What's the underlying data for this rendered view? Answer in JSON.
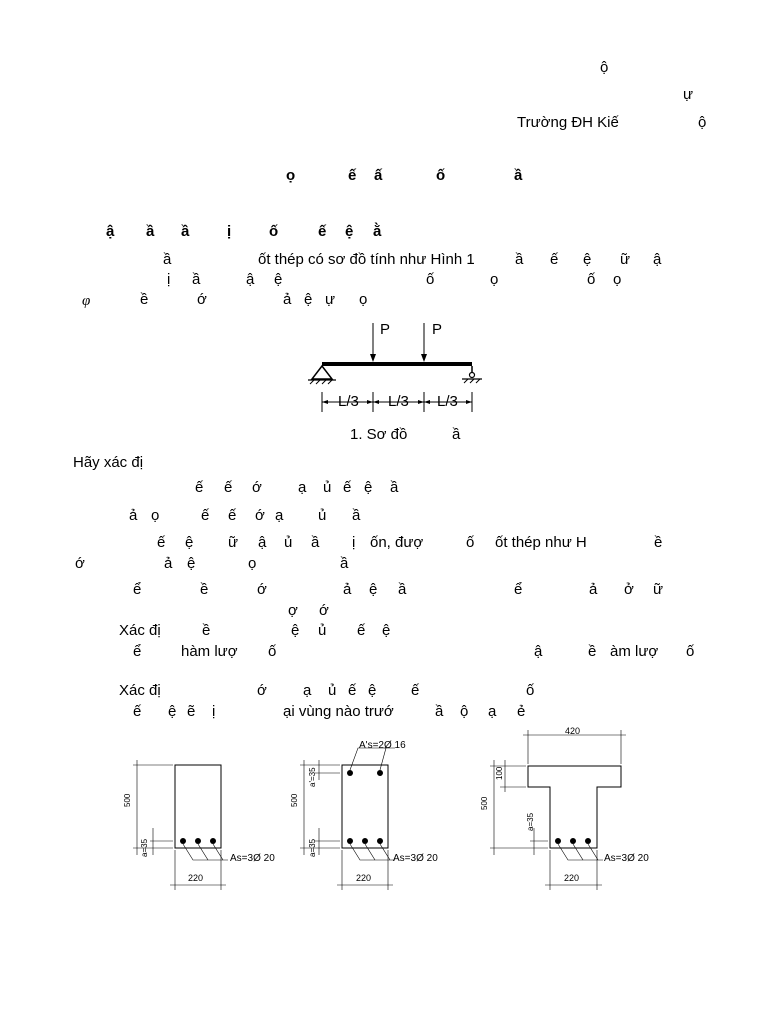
{
  "header": {
    "line1": "ộ",
    "line2": "ự",
    "line3_a": "Trường ĐH Kiế",
    "line3_b": "ộ"
  },
  "title": {
    "w1": "ọ",
    "w2": "ế",
    "w3": "ấ",
    "w4": "ố",
    "w5": "ầ"
  },
  "problem": {
    "heading": [
      "ậ",
      "ầ",
      "ầ",
      "ị",
      "ố",
      "ế",
      "ệ",
      "ằ"
    ],
    "line1": [
      "ầ",
      "ốt thép có sơ đồ tính như Hình 1",
      "ầ",
      "ế",
      "ệ",
      "ữ",
      "ậ"
    ],
    "line2": [
      "ị",
      "ầ",
      "ậ",
      "ệ",
      "ố",
      "ọ",
      "ố",
      "ọ"
    ],
    "line3": [
      "φ",
      "ề",
      "ớ",
      "ả",
      "ệ",
      "ự",
      "ọ"
    ]
  },
  "figure1": {
    "load_label_1": "P",
    "load_label_2": "P",
    "span_1": "L/3",
    "span_2": "L/3",
    "span_3": "L/3",
    "caption_a": "1. Sơ đồ",
    "caption_b": "ầ"
  },
  "questions": {
    "intro": "Hãy xác đị",
    "q1": [
      "ế",
      "ế",
      "ớ",
      "ạ",
      "ủ",
      "ế",
      "ệ",
      "ầ"
    ],
    "q2": [
      "ả",
      "ọ",
      "ế",
      "ế",
      "ớ",
      "ạ",
      "ủ",
      "ầ"
    ],
    "q3a": [
      "ế",
      "ệ",
      "ữ",
      "ậ",
      "ủ",
      "ầ",
      "ị",
      "ốn, đượ",
      "ố",
      "ốt thép như H",
      "ề"
    ],
    "q3b": [
      "ớ",
      "ả",
      "ệ",
      "ọ",
      "ầ"
    ],
    "q4a": [
      "ể",
      "ề",
      "ớ",
      "ả",
      "ệ",
      "ầ",
      "ể",
      "ả",
      "ở",
      "ữ"
    ],
    "q4b": [
      "ợ",
      "ớ"
    ],
    "q5a": [
      "Xác đị",
      "ề",
      "ệ",
      "ủ",
      "ế",
      "ệ"
    ],
    "q5b": [
      "ể",
      "hàm lượ",
      "ố",
      "ậ",
      "ề",
      "àm lượ",
      "ố"
    ],
    "q6a": [
      "Xác đị",
      "ớ",
      "ạ",
      "ủ",
      "ế",
      "ệ",
      "ế",
      "ố"
    ],
    "q6b": [
      "ế",
      "ệ",
      "ẽ",
      "ị",
      "ại vùng nào trướ",
      "ầ",
      "ộ",
      "ạ",
      "ẻ"
    ]
  },
  "sections": {
    "s1": {
      "height": "500",
      "cover": "a=35",
      "width": "220",
      "as_label": "As=3Ø 20"
    },
    "s2": {
      "height": "500",
      "cover_top": "a'=35",
      "cover_bot": "a=35",
      "width": "220",
      "as_label": "As=3Ø 20",
      "asp_label": "A's=2Ø 16"
    },
    "s3": {
      "height": "500",
      "flange_h": "100",
      "cover": "a=35",
      "width": "220",
      "flange_w": "420",
      "as_label": "As=3Ø 20"
    }
  }
}
